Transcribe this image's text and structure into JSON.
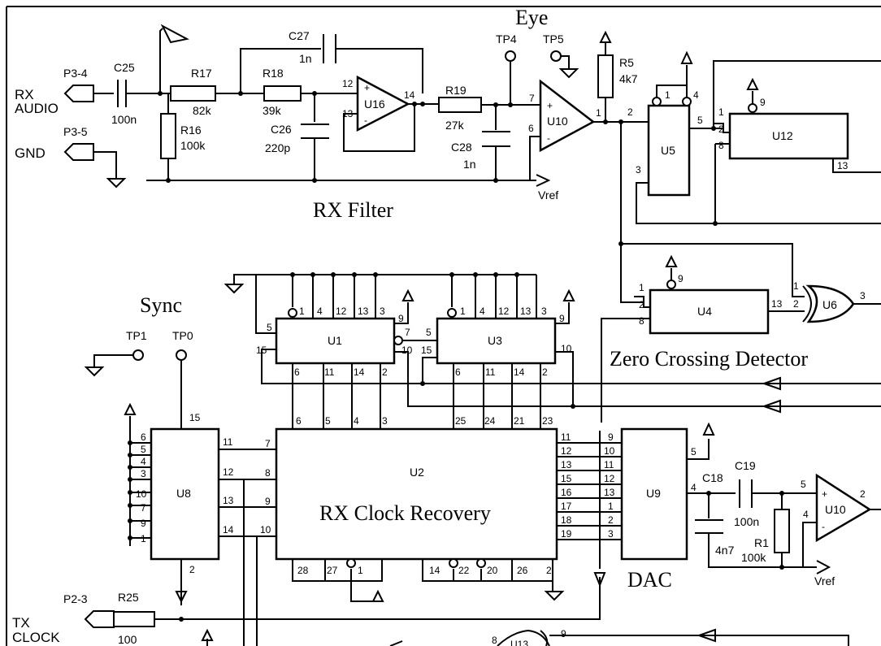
{
  "captions": {
    "eye": "Eye",
    "rx_filter": "RX Filter",
    "sync": "Sync",
    "zcd": "Zero Crossing Detector",
    "rx_clock_recovery": "RX Clock Recovery",
    "dac": "DAC"
  },
  "ports": {
    "rx_audio_conn": "P3-4",
    "rx_audio_1": "RX",
    "rx_audio_2": "AUDIO",
    "gnd_conn": "P3-5",
    "gnd": "GND",
    "tx_clock_conn": "P2-3",
    "tx_clock_1": "TX",
    "tx_clock_2": "CLOCK"
  },
  "components": {
    "c25": "C25",
    "c25_val": "100n",
    "r17": "R17",
    "r17_val": "82k",
    "r16": "R16",
    "r16_val": "100k",
    "r18": "R18",
    "r18_val": "39k",
    "c27": "C27",
    "c27_val": "1n",
    "c26": "C26",
    "c26_val": "220p",
    "r19": "R19",
    "r19_val": "27k",
    "c28": "C28",
    "c28_val": "1n",
    "r5": "R5",
    "r5_val": "4k7",
    "c18": "C18",
    "c18_val": "4n7",
    "c19": "C19",
    "c19_val": "100n",
    "r1": "R1",
    "r1_val": "100k",
    "r25": "R25",
    "r25_val": "100"
  },
  "testpoints": {
    "tp4": "TP4",
    "tp5": "TP5",
    "tp1": "TP1",
    "tp0": "TP0"
  },
  "ics": {
    "u16": "U16",
    "u10a": "U10",
    "u10b": "U10",
    "u5": "U5",
    "u12": "U12",
    "u4": "U4",
    "u6": "U6",
    "u1": "U1",
    "u3": "U3",
    "u2": "U2",
    "u8": "U8",
    "u9": "U9",
    "u13": "U13"
  },
  "vref": {
    "a": "Vref",
    "b": "Vref"
  }
}
